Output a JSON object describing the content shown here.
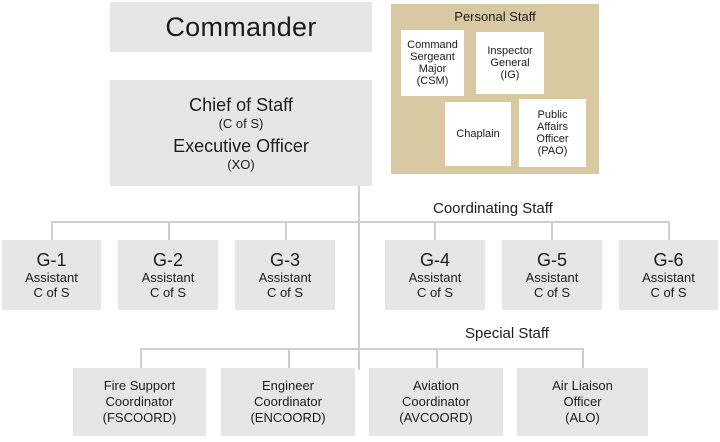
{
  "commander": "Commander",
  "personal_staff": {
    "title": "Personal Staff",
    "csm": [
      "Command",
      "Sergeant",
      "Major",
      "(CSM)"
    ],
    "ig": [
      "Inspector",
      "General",
      "(IG)"
    ],
    "chaplain": "Chaplain",
    "pao": [
      "Public",
      "Affairs",
      "Officer",
      "(PAO)"
    ]
  },
  "chief": {
    "title": "Chief of Staff",
    "abbr": "(C of S)",
    "xo_title": "Executive Officer",
    "xo_abbr": "(XO)"
  },
  "coordinating_staff": {
    "title": "Coordinating Staff",
    "items": [
      {
        "code": "G-1",
        "line1": "Assistant",
        "line2": "C of S"
      },
      {
        "code": "G-2",
        "line1": "Assistant",
        "line2": "C of S"
      },
      {
        "code": "G-3",
        "line1": "Assistant",
        "line2": "C of S"
      },
      {
        "code": "G-4",
        "line1": "Assistant",
        "line2": "C of S"
      },
      {
        "code": "G-5",
        "line1": "Assistant",
        "line2": "C of S"
      },
      {
        "code": "G-6",
        "line1": "Assistant",
        "line2": "C of S"
      }
    ]
  },
  "special_staff": {
    "title": "Special Staff",
    "items": [
      {
        "lines": [
          "Fire Support",
          "Coordinator",
          "(FSCOORD)"
        ]
      },
      {
        "lines": [
          "Engineer",
          "Coordinator",
          "(ENCOORD)"
        ]
      },
      {
        "lines": [
          "Aviation",
          "Coordinator",
          "(AVCOORD)"
        ]
      },
      {
        "lines": [
          "Air Liaison",
          "Officer",
          "(ALO)"
        ]
      }
    ]
  }
}
